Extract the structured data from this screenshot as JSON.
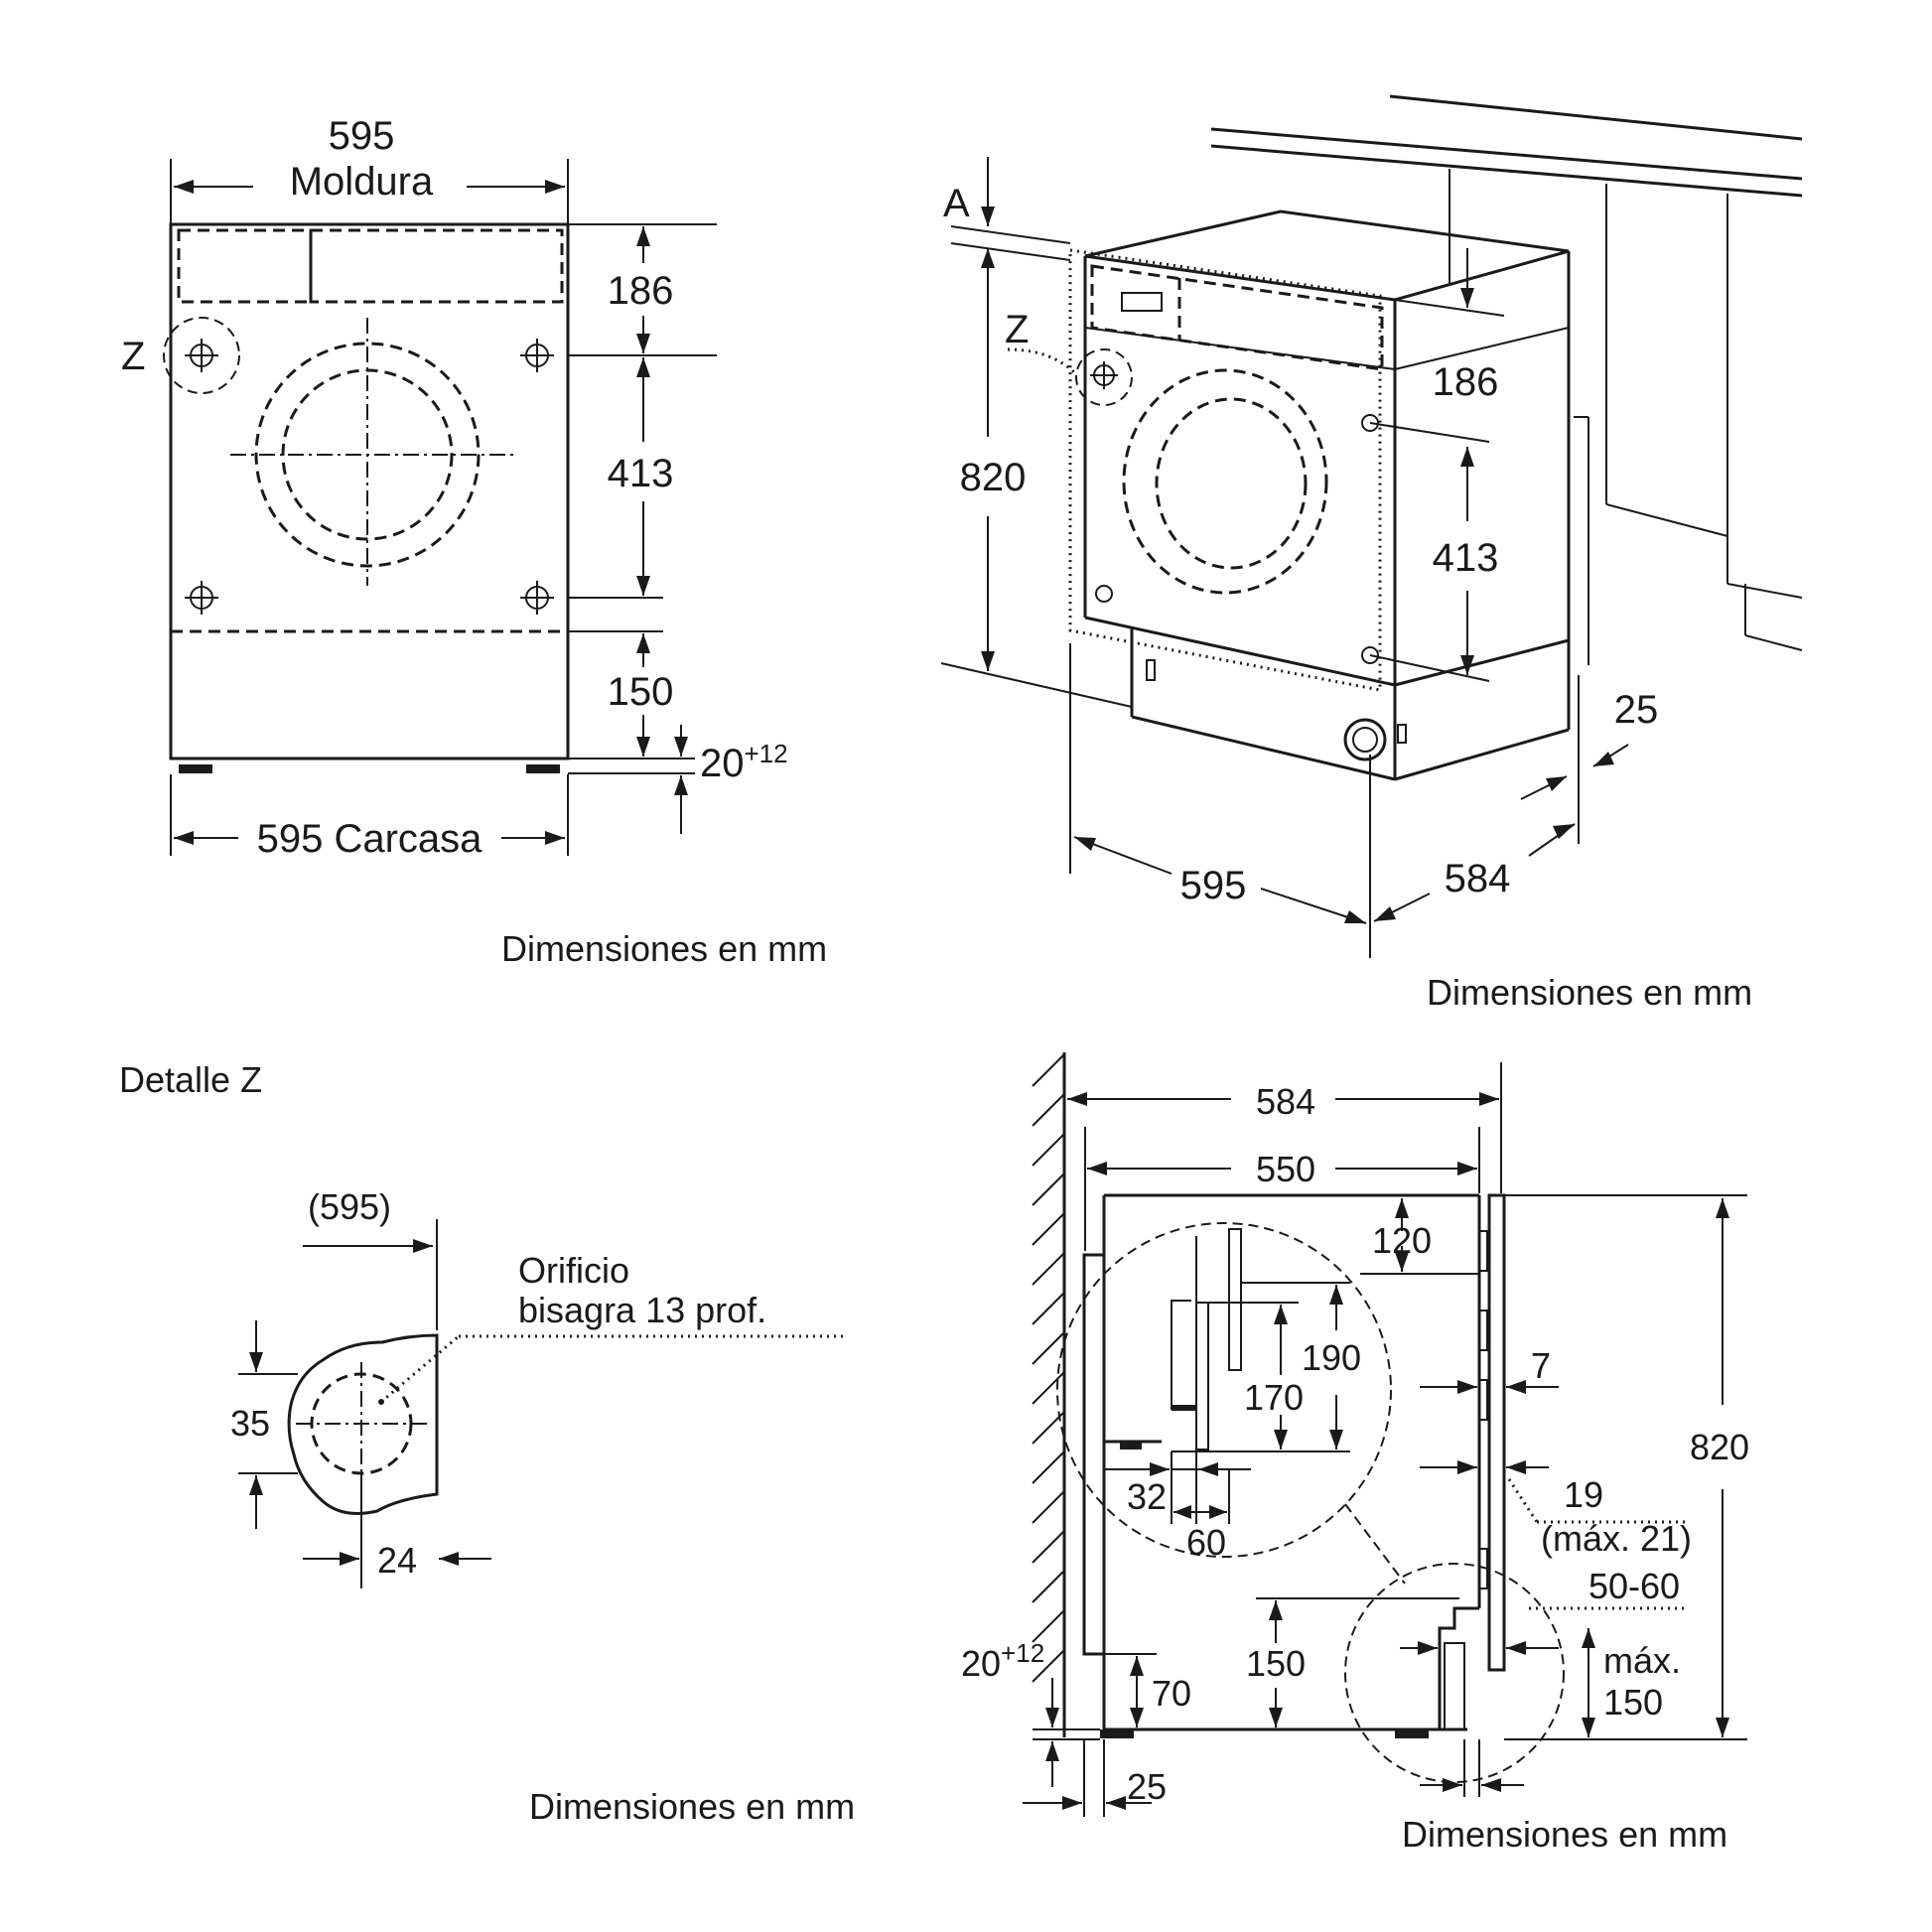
{
  "front_view": {
    "width_top": "595",
    "width_top_label": "Moldura",
    "width_bottom": "595 Carcasa",
    "dim_186": "186",
    "dim_413": "413",
    "dim_150": "150",
    "dim_20": "20",
    "dim_20_sup": "+12",
    "detail_marker": "Z",
    "units": "Dimensiones en mm"
  },
  "perspective_view": {
    "label_a": "A",
    "label_z": "Z",
    "dim_820": "820",
    "dim_186": "186",
    "dim_413": "413",
    "dim_25": "25",
    "dim_595": "595",
    "dim_584": "584",
    "units": "Dimensiones en mm"
  },
  "detail_z": {
    "title": "Detalle Z",
    "dim_595": "(595)",
    "note_line1": "Orificio",
    "note_line2": "bisagra 13 prof.",
    "dim_35": "35",
    "dim_24": "24",
    "units": "Dimensiones en mm"
  },
  "side_view": {
    "dim_584": "584",
    "dim_550": "550",
    "dim_120": "120",
    "dim_190": "190",
    "dim_170": "170",
    "dim_7": "7",
    "dim_820": "820",
    "dim_32": "32",
    "dim_60": "60",
    "dim_19": "19",
    "dim_19_max": "(máx. 21)",
    "dim_50_60": "50-60",
    "dim_20": "20",
    "dim_20_sup": "+12",
    "dim_70": "70",
    "dim_150": "150",
    "dim_max_line1": "máx.",
    "dim_max_line2": "150",
    "dim_25": "25",
    "units": "Dimensiones en mm"
  }
}
